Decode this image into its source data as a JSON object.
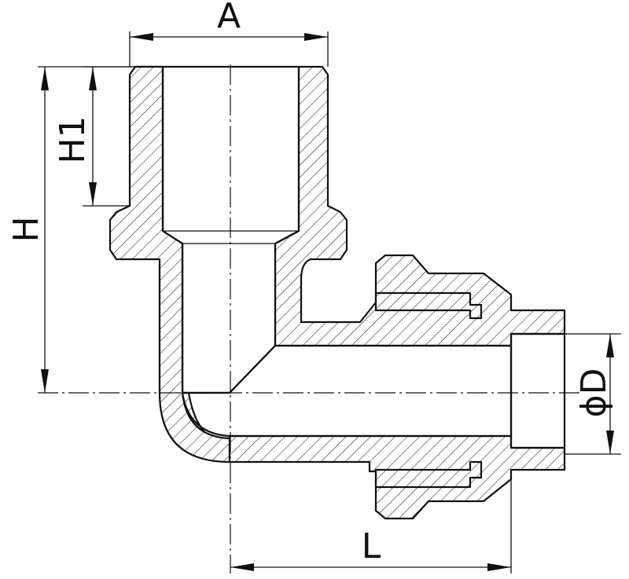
{
  "dimensions": {
    "A": "A",
    "H1": "H1",
    "H": "H",
    "D": "ϕD",
    "L": "L"
  }
}
